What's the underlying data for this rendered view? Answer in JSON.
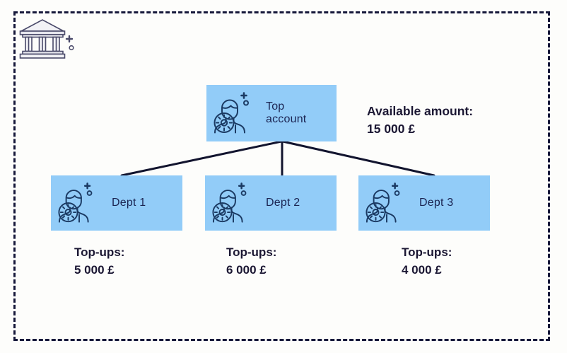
{
  "frame": {
    "border_color": "#16183a",
    "background": "#fdfdfb"
  },
  "palette": {
    "node_fill": "#92ccf8",
    "node_text": "#1b2452",
    "amount_text": "#1b1733",
    "edge_color": "#12142e",
    "bank_icon_color": "#4a4a6a"
  },
  "bank_icon": {
    "name": "bank-building-icon",
    "label": "bank"
  },
  "top_account": {
    "label": "Top\naccount",
    "icon": "person-gear-icon",
    "available": {
      "caption": "Available amount:",
      "value": "15 000 £",
      "text": "Available amount:\n15 000 £"
    }
  },
  "departments": [
    {
      "label": "Dept  1",
      "icon": "person-gear-icon",
      "topup_caption": "Top-ups:",
      "topup_value": "5 000 £",
      "topup_text": "Top-ups:\n5 000 £"
    },
    {
      "label": "Dept 2",
      "icon": "person-gear-icon",
      "topup_caption": "Top-ups:",
      "topup_value": "6 000 £",
      "topup_text": "Top-ups:\n6 000 £"
    },
    {
      "label": "Dept 3",
      "icon": "person-gear-icon",
      "topup_caption": "Top-ups:",
      "topup_value": "4 000 £",
      "topup_text": "Top-ups:\n4 000 £"
    }
  ],
  "edges": [
    {
      "name": "edge-top-to-dept-1",
      "from": "top-account",
      "to": "dept-1"
    },
    {
      "name": "edge-top-to-dept-2",
      "from": "top-account",
      "to": "dept-2"
    },
    {
      "name": "edge-top-to-dept-3",
      "from": "top-account",
      "to": "dept-3"
    }
  ]
}
